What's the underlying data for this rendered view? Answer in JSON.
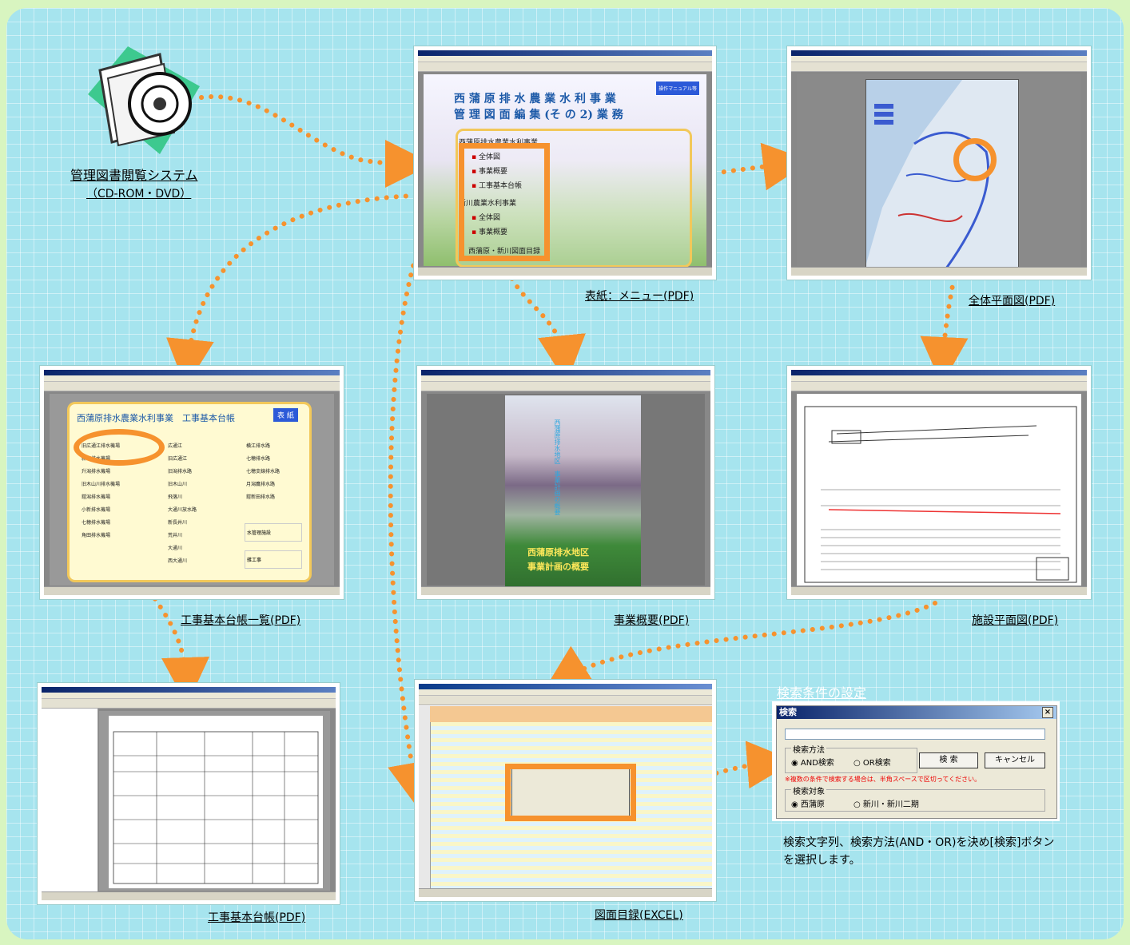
{
  "cd_system": {
    "title": "管理図書閲覧システム",
    "media": "（CD-ROM・DVD）"
  },
  "captions": {
    "cover_menu": "表紙：メニュー(PDF)",
    "overall_plan": "全体平面図(PDF)",
    "ledger_list": "工事基本台帳一覧(PDF)",
    "project_summary": "事業概要(PDF)",
    "facility_plan": "施設平面図(PDF)",
    "ledger": "工事基本台帳(PDF)",
    "drawing_catalog": "図面目録(EXCEL)"
  },
  "cover": {
    "title1": "西 蒲 原 排 水 農 業 水 利 事 業",
    "title2": "管 理 図 面 編 集 (そ の 2) 業 務",
    "manual_btn": "操作マニュアル等",
    "section1": "西蒲原排水農業水利事業",
    "section1_items": [
      "全体図",
      "事業概要",
      "工事基本台帳"
    ],
    "section2": "新川農業水利事業",
    "section2_items": [
      "全体図",
      "事業概要"
    ],
    "footer": "西蒲原・新川図面目録"
  },
  "ledger_list": {
    "title": "西蒲原排水農業水利事業　工事基本台帳",
    "badge": "表 紙",
    "col1": [
      "旧広通江排水機場",
      "新川排水機場",
      "升潟排水機場",
      "旧木山川排水機場",
      "鎧潟排水機場",
      "小新排水機場",
      "七穂排水機場",
      "角田排水機場"
    ],
    "col2": [
      "広通江",
      "旧広通江",
      "旧潟排水路",
      "旧木山川",
      "飛落川",
      "大通川放水路",
      "新長井川",
      "荒井川",
      "大通川",
      "西大通川"
    ],
    "col3": [
      "横江排水路",
      "七穂排水路",
      "七穂支線排水路",
      "月潟鷹排水路",
      "鎧新田排水路"
    ],
    "box1": "水管理施設",
    "box2": "雑工事"
  },
  "summary": {
    "vertical_text": "西蒲原排水地区　事業計画の概要",
    "main1": "西蒲原排水地区",
    "main2": "事業計画の概要"
  },
  "search": {
    "heading": "検索条件の設定",
    "dialog_title": "検索",
    "close": "×",
    "method_legend": "検索方法",
    "opt_and": "AND検索",
    "opt_or": "OR検索",
    "search_btn": "検 索",
    "cancel_btn": "キャンセル",
    "note": "※複数の条件で検索する場合は、半角スペースで区切ってください。",
    "target_legend": "検索対象",
    "target1": "西蒲原",
    "target2": "新川・新川二期",
    "description": "検索文字列、検索方法(AND・OR)を決め[検索]ボタンを選択します。"
  },
  "colors": {
    "panel": "#a6e4ee",
    "outer": "#d8f5c0",
    "accent_orange": "#f6922e",
    "cover_title": "#1d5aa8",
    "highlight_red": "#ff0000"
  }
}
